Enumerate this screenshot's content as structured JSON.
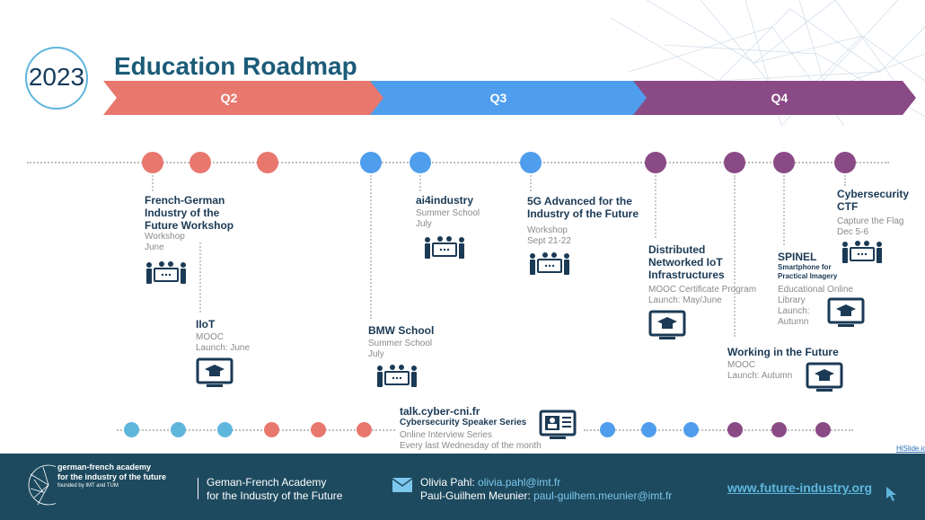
{
  "header": {
    "year": "2023",
    "title": "Education Roadmap"
  },
  "quarters": [
    {
      "label": "Q2",
      "color": "#e8776e"
    },
    {
      "label": "Q3",
      "color": "#4f9ded"
    },
    {
      "label": "Q4",
      "color": "#8a4a86"
    }
  ],
  "events": {
    "french_german": {
      "title_lines": [
        "French-German",
        "Industry of the",
        "Future Workshop"
      ],
      "type": "Workshop",
      "date": "June"
    },
    "iiot": {
      "title": "IIoT",
      "type": "MOOC",
      "date": "Launch: June"
    },
    "ai4industry": {
      "title": "ai4industry",
      "type": "Summer School",
      "date": "July"
    },
    "bmw": {
      "title": "BMW School",
      "type": "Summer School",
      "date": "July"
    },
    "fiveg": {
      "title_lines": [
        "5G Advanced for the",
        "Industry of the Future"
      ],
      "type": "Workshop",
      "date": "Sept 21-22"
    },
    "talk": {
      "title": "talk.cyber-cni.fr",
      "subtitle": "Cybersecurity Speaker Series",
      "type": "Online Interview Series",
      "date": "Every last Wednesday of the month"
    },
    "distributed": {
      "title_lines": [
        "Distributed",
        "Networked IoT",
        "Infrastructures"
      ],
      "type": "MOOC Certificate Program",
      "date": "Launch: May/June"
    },
    "working": {
      "title": "Working in the Future",
      "type": "MOOC",
      "date": "Launch: Autumn"
    },
    "spinel": {
      "title": "SPINEL",
      "subtitle_lines": [
        "Smartphone for",
        "Practical Imagery"
      ],
      "type_lines": [
        "Educational Online",
        "Library"
      ],
      "date_lines": [
        "Launch:",
        "Autumn"
      ]
    },
    "cyber_ctf": {
      "title_lines": [
        "Cybersecurity",
        "CTF"
      ],
      "type": "Capture the Flag",
      "date": "Dec 5-6"
    }
  },
  "footer": {
    "academy_logo_lines": [
      "german-french academy",
      "for the industry of the future"
    ],
    "academy_founded": "founded by IMT and TUM",
    "academy_name_lines": [
      "Geman-French Academy",
      "for the Industry of the Future"
    ],
    "contact1_name": "Olivia Pahl:",
    "contact1_email": "olivia.pahl@imt.fr",
    "contact2_name": "Paul-Guilhem Meunier:",
    "contact2_email": "paul-guilhem.meunier@imt.fr",
    "website": "www.future-industry.org"
  },
  "credit": "HiSlide.io",
  "icons": [
    "workshop-icon",
    "graduation-cap-monitor-icon",
    "video-call-icon",
    "envelope-icon",
    "cursor-icon"
  ]
}
